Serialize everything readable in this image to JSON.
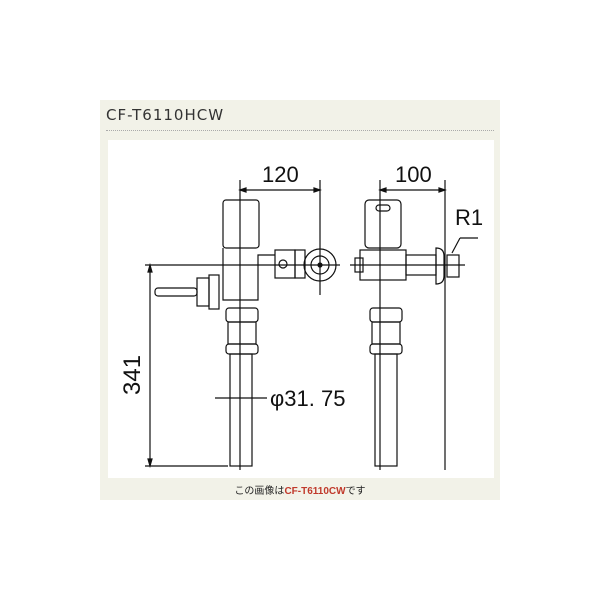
{
  "header": {
    "title": "CF-T6110HCW"
  },
  "drawing": {
    "dim_front_width": "120",
    "dim_side_width": "100",
    "dim_height": "341",
    "dim_pipe_diameter": "φ31. 75",
    "thread_label": "R1"
  },
  "caption": {
    "prefix": "この画像は",
    "model": "CF-T6110CW",
    "suffix": "です",
    "model_color": "#c0392b"
  },
  "colors": {
    "panel_bg": "#f2f2e8",
    "canvas_bg": "#ffffff",
    "line": "#111111"
  }
}
